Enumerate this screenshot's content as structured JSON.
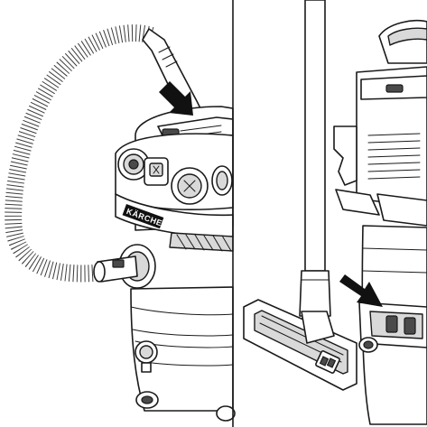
{
  "brand_label": "KÄRCHER",
  "colors": {
    "line": "#1a1a1a",
    "background": "#ffffff",
    "arrow": "#111111",
    "accent_grey": "#d9d9d9"
  },
  "panels": [
    {
      "name": "left-panel",
      "arrow_icon": "arrow-down-right-icon"
    },
    {
      "name": "right-panel",
      "arrow_icon": "arrow-down-right-icon"
    }
  ]
}
